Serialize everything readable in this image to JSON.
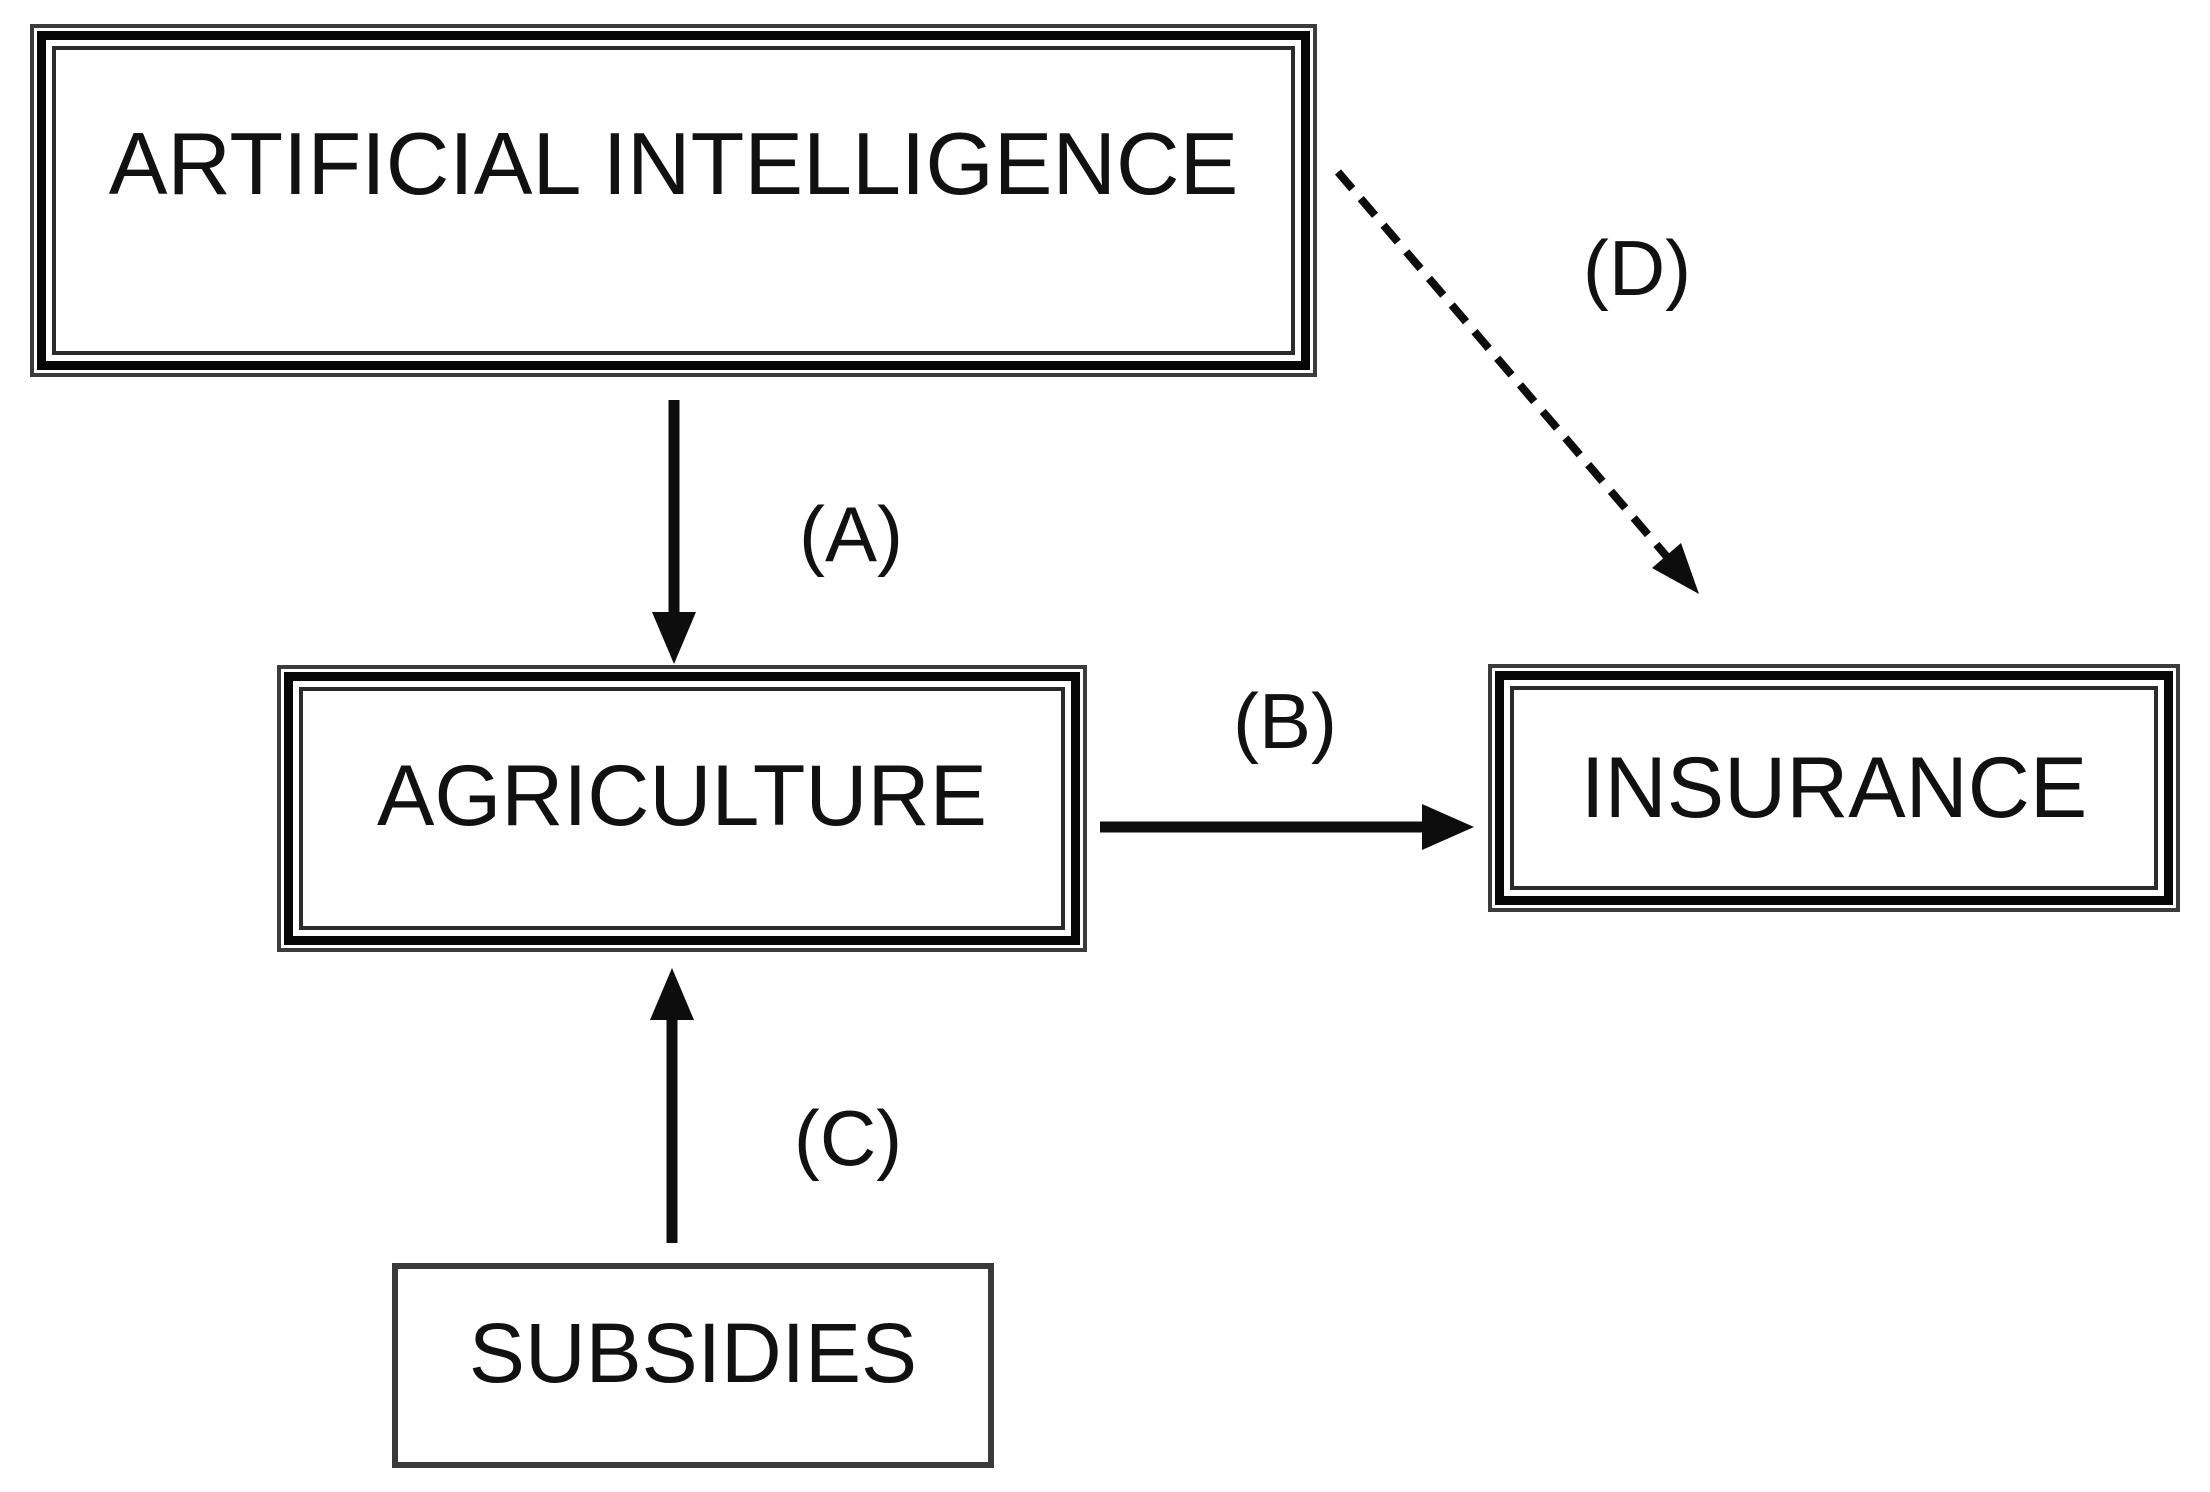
{
  "diagram": {
    "background_color": "#ffffff",
    "line_color": "#0d0d0d",
    "text_color": "#111111",
    "nodes": [
      {
        "id": "artificial-intelligence",
        "label": "ARTIFICIAL INTELLIGENCE",
        "border_style": "triple"
      },
      {
        "id": "agriculture",
        "label": "AGRICULTURE",
        "border_style": "triple"
      },
      {
        "id": "insurance",
        "label": "INSURANCE",
        "border_style": "triple"
      },
      {
        "id": "subsidies",
        "label": "SUBSIDIES",
        "border_style": "single"
      }
    ],
    "edges": [
      {
        "id": "A",
        "label": "(A)",
        "from": "artificial-intelligence",
        "to": "agriculture",
        "line": "solid",
        "direction": "down"
      },
      {
        "id": "B",
        "label": "(B)",
        "from": "agriculture",
        "to": "insurance",
        "line": "solid",
        "direction": "right"
      },
      {
        "id": "C",
        "label": "(C)",
        "from": "subsidies",
        "to": "agriculture",
        "line": "solid",
        "direction": "up"
      },
      {
        "id": "D",
        "label": "(D)",
        "from": "artificial-intelligence",
        "to": "insurance",
        "line": "dashed",
        "direction": "down-right"
      }
    ]
  }
}
